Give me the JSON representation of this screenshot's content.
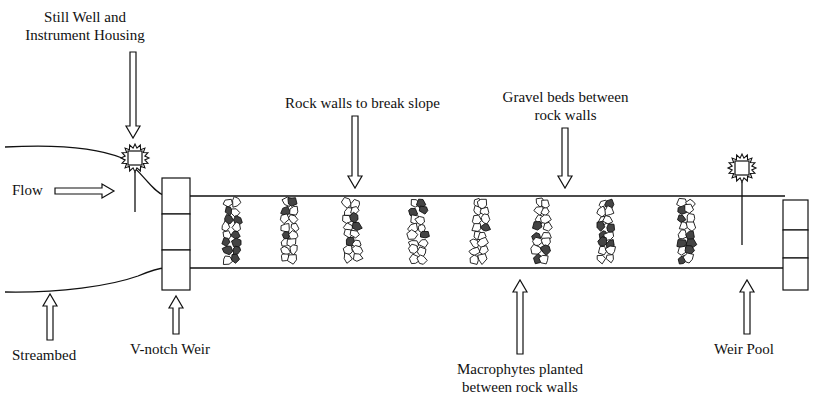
{
  "diagram": {
    "labels": [
      "Still Well and Instrument Housing",
      "Gravel beds between rock walls",
      "Rock walls to break slope",
      "Flow",
      "Streambed",
      "V-notch Weir",
      "Macrophytes planted between rock walls",
      "Weir Pool"
    ]
  }
}
